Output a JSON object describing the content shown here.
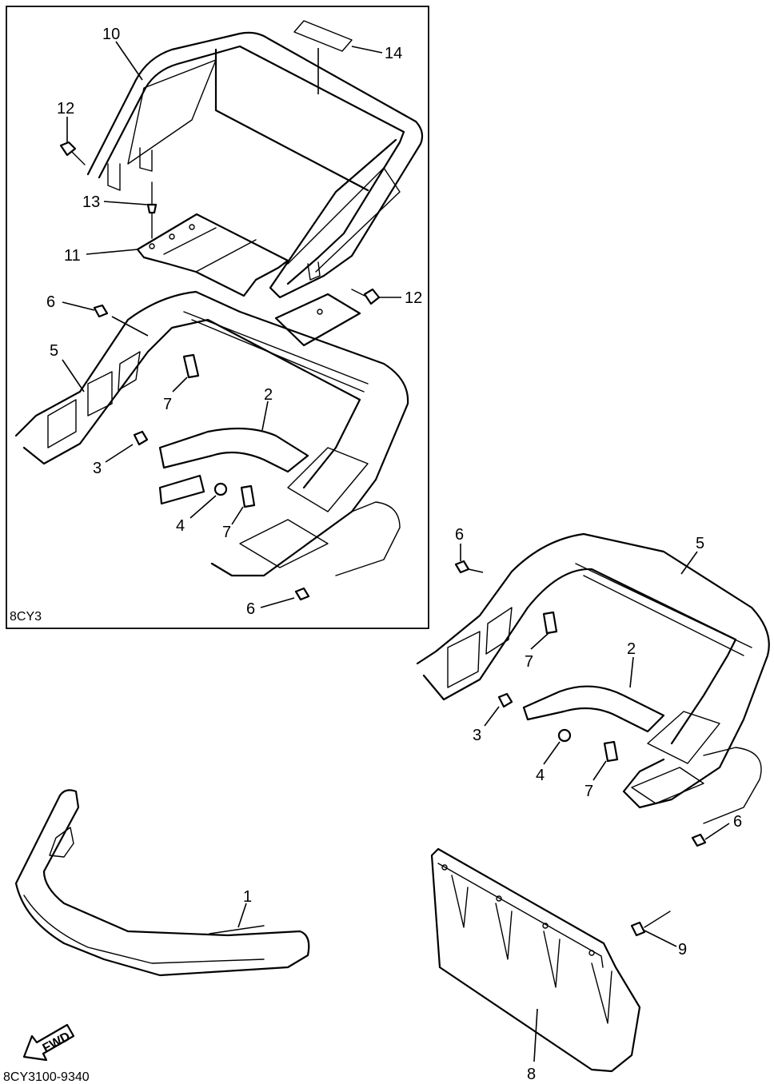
{
  "inset_code": "8CY3",
  "diagram_code": "8CY3100-9340",
  "fwd_label": "FWD",
  "callouts": {
    "c1": "1",
    "c2a": "2",
    "c2b": "2",
    "c3a": "3",
    "c3b": "3",
    "c4a": "4",
    "c4b": "4",
    "c5a": "5",
    "c5b": "5",
    "c6a": "6",
    "c6b": "6",
    "c6c": "6",
    "c6d": "6",
    "c7a": "7",
    "c7b": "7",
    "c7c": "7",
    "c8": "8",
    "c9": "9",
    "c10": "10",
    "c11": "11",
    "c12a": "12",
    "c12b": "12",
    "c13": "13",
    "c14": "14"
  }
}
